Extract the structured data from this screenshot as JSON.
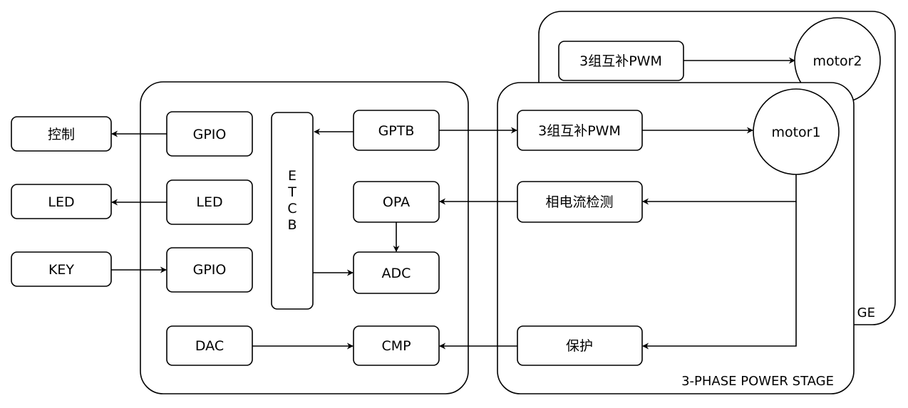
{
  "blocks": {
    "control": "控制",
    "led_out": "LED",
    "key": "KEY",
    "gpio_top": "GPIO",
    "led_in": "LED",
    "gpio_key": "GPIO",
    "dac": "DAC",
    "etcb": [
      "E",
      "T",
      "C",
      "B"
    ],
    "gptb": "GPTB",
    "opa": "OPA",
    "adc": "ADC",
    "cmp": "CMP",
    "pwm_front": "3组互补PWM",
    "current_detect": "相电流检测",
    "protect": "保护",
    "pwm_back": "3组互补PWM",
    "motor1": "motor1",
    "motor2": "motor2"
  },
  "stages": {
    "front": "3-PHASE POWER STAGE",
    "back_visible": "GE"
  }
}
